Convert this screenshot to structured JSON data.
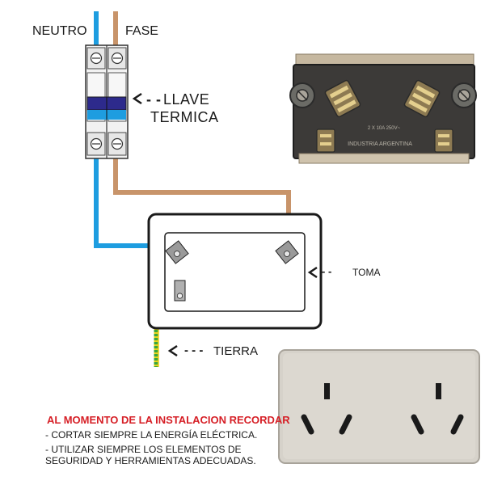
{
  "labels": {
    "neutro": "NEUTRO",
    "fase": "FASE",
    "llave_1": "LLAVE",
    "llave_2": "TERMICA",
    "toma": "TOMA",
    "tierra": "TIERRA",
    "pointer_short": "- -",
    "pointer_long": "- - -"
  },
  "back_photo": {
    "imprint_1": "2 X 10A 250V~",
    "imprint_2": "INDUSTRIA ARGENTINA"
  },
  "warning": {
    "title": "AL MOMENTO DE LA INSTALACION RECORDAR",
    "line_1": "- CORTAR SIEMPRE LA ENERGÍA ELÉCTRICA.",
    "line_2a": "- UTILIZAR SIEMPRE LOS ELEMENTOS DE",
    "line_2b": "SEGURIDAD Y HERRAMIENTAS ADECUADAS."
  },
  "colors": {
    "neutral_wire": "#1e9de0",
    "phase_wire": "#c8946a",
    "earth_wire_green": "#3aa63a",
    "earth_wire_yellow": "#e8d21d",
    "breaker_lever": "#2d2a8c",
    "warning_title": "#d61f26"
  }
}
